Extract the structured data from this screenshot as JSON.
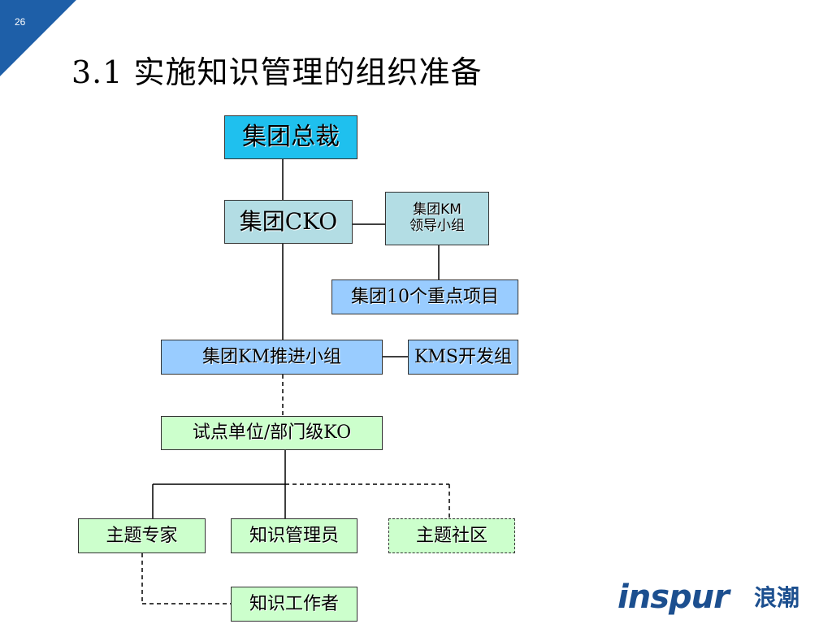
{
  "slide": {
    "page_number": "26",
    "title": "3.1 实施知识管理的组织准备",
    "accent_color": "#1e5fa8"
  },
  "org_chart": {
    "nodes": {
      "president": "集团总裁",
      "cko": "集团CKO",
      "km_leadership_line1": "集团KM",
      "km_leadership_line2": "领导小组",
      "key_projects": "集团10个重点项目",
      "km_promotion": "集团KM推进小组",
      "kms_dev": "KMS开发组",
      "pilot_units": "试点单位/部门级KO",
      "subject_experts": "主题专家",
      "knowledge_managers": "知识管理员",
      "subject_community": "主题社区",
      "knowledge_workers": "知识工作者"
    },
    "colors": {
      "top": "#1fc0ee",
      "executive": "#b3dde4",
      "group": "#99ccff",
      "unit": "#ccffcc"
    }
  },
  "logo": {
    "brand_en": "inspur",
    "brand_cn": "浪潮",
    "color": "#1c4f8f"
  }
}
